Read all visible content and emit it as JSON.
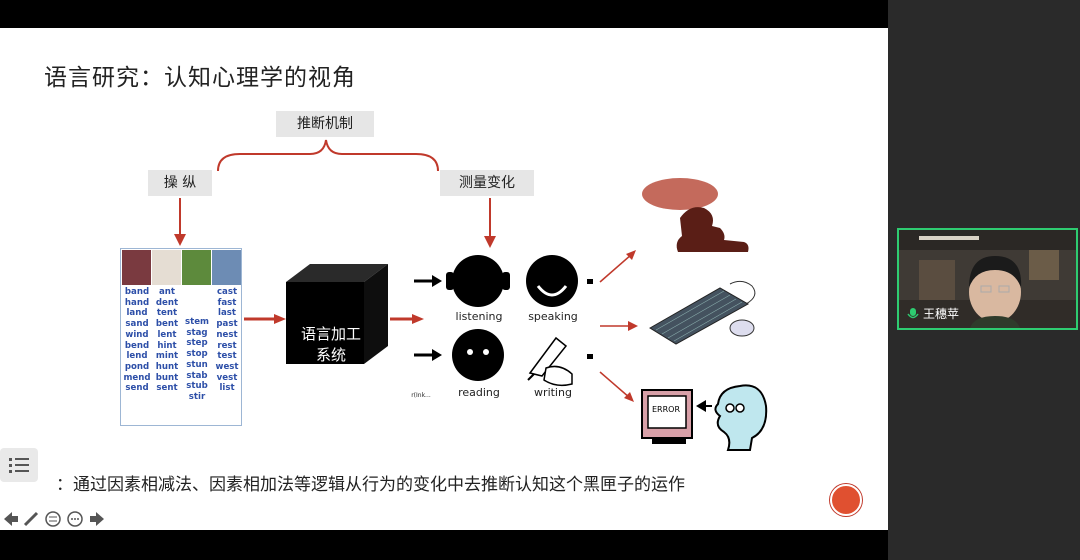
{
  "slide": {
    "title": "语言研究：认知心理学的视角",
    "labels": {
      "inference": "推断机制",
      "manipulate": "操 纵",
      "measure": "测量变化"
    },
    "word_table": {
      "col1": [
        "band",
        "hand",
        "land",
        "sand",
        "wind",
        "bend",
        "lend",
        "pond",
        "mend",
        "send"
      ],
      "col2": [
        "ant",
        "dent",
        "tent",
        "bent",
        "lent",
        "hint",
        "mint",
        "hunt",
        "bunt",
        "sent"
      ],
      "col3": [
        "stem",
        "stag",
        "step",
        "stop",
        "stun",
        "stab",
        "stub",
        "stir"
      ],
      "col4": [
        "cast",
        "fast",
        "last",
        "past",
        "nest",
        "rest",
        "test",
        "west",
        "vest",
        "list"
      ]
    },
    "black_box_text": "语言加工系统",
    "captions": {
      "listening": "listening",
      "speaking": "speaking",
      "reading": "reading",
      "writing": "writing",
      "small_text": "r(Ink..."
    },
    "error_text": "ERROR",
    "note": "：通过因素相减法、因素相加法等逻辑从行为的变化中去推断认知这个黑匣子的运作"
  },
  "participant": {
    "name": "王穗苹"
  },
  "colors": {
    "arrow_red": "#c0392b",
    "tile_border": "#2ecc71",
    "mic_green": "#2ecc71"
  },
  "icons": [
    "menu-icon",
    "prev-icon",
    "pen-icon",
    "grid-icon",
    "more-icon",
    "next-icon",
    "mic-icon",
    "record-icon"
  ]
}
